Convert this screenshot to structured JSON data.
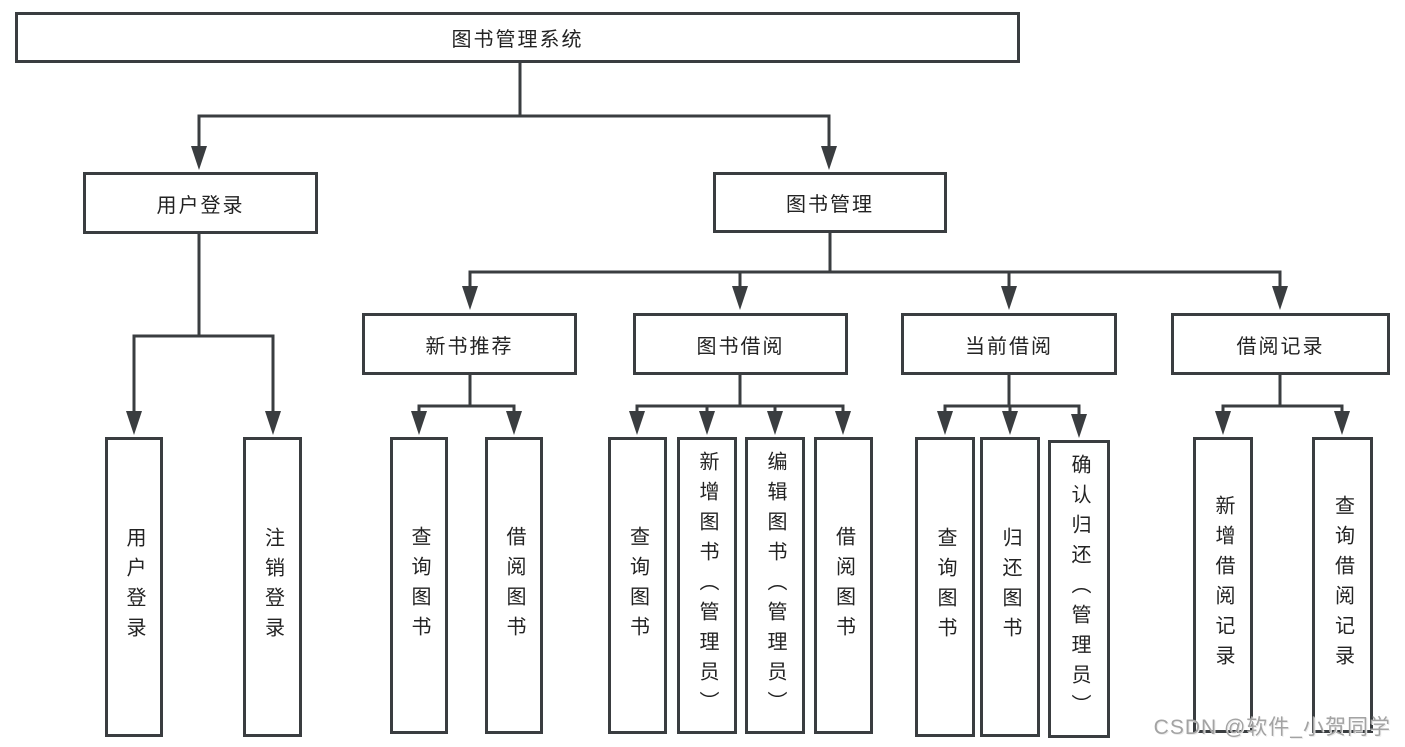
{
  "root": "图书管理系统",
  "user_login": {
    "label": "用户登录",
    "children": [
      "用户登录",
      "注销登录"
    ]
  },
  "book_management": {
    "label": "图书管理",
    "children": [
      {
        "label": "新书推荐",
        "children": [
          "查询图书",
          "借阅图书"
        ]
      },
      {
        "label": "图书借阅",
        "children": [
          "查询图书",
          "新增图书（管理员）",
          "编辑图书（管理员）",
          "借阅图书"
        ]
      },
      {
        "label": "当前借阅",
        "children": [
          "查询图书",
          "归还图书",
          "确认归还（管理员）"
        ]
      },
      {
        "label": "借阅记录",
        "children": [
          "新增借阅记录",
          "查询借阅记录"
        ]
      }
    ]
  },
  "watermark": "CSDN @软件_小贺同学",
  "colors": {
    "line": "#3a3d40",
    "text": "#232323",
    "watermark": "#a3a3a3",
    "background": "#ffffff"
  }
}
